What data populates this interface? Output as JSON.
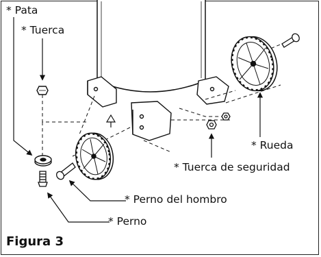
{
  "labels": {
    "pata": "* Pata",
    "tuerca": "* Tuerca",
    "rueda": "* Rueda",
    "tuerca_seguridad": "* Tuerca de seguridad",
    "perno_hombro": "* Perno del hombro",
    "perno": "* Perno"
  },
  "caption": "Figura 3",
  "colors": {
    "ink": "#111111",
    "background": "#ffffff"
  }
}
